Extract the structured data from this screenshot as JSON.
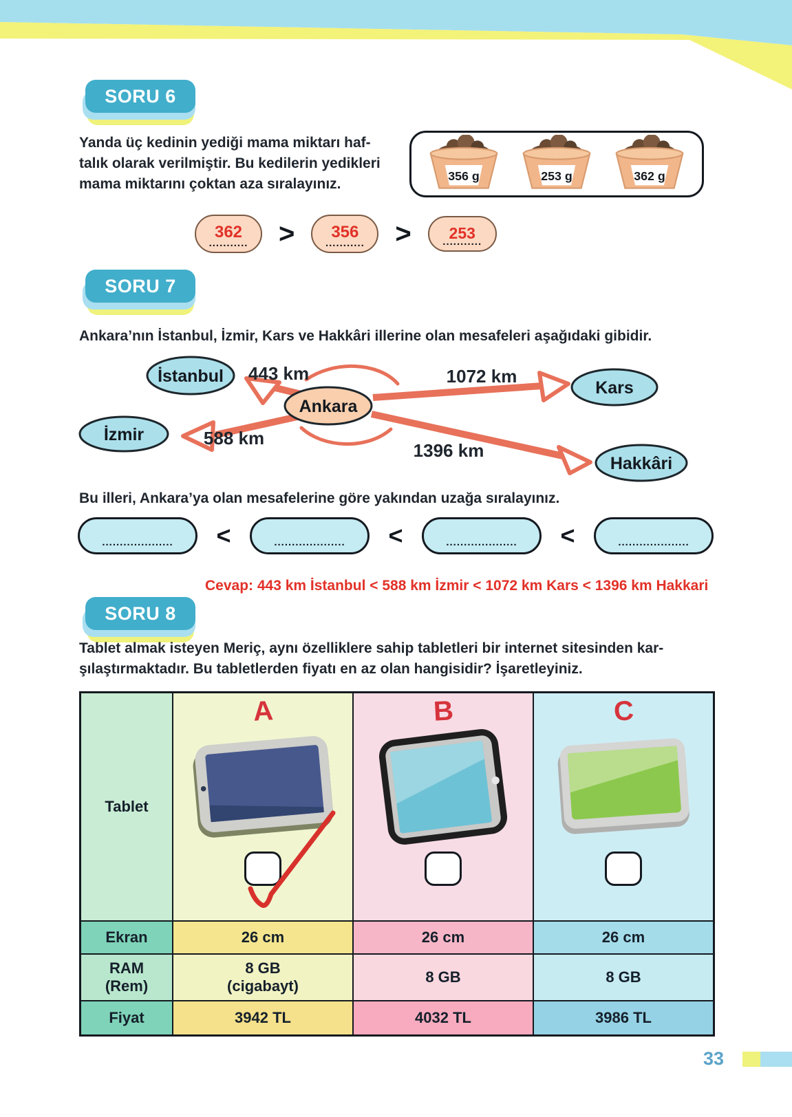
{
  "page": {
    "number": "33"
  },
  "colors": {
    "badge_teal": "#41aecb",
    "badge_blue": "#a9dff0",
    "badge_yellow": "#eff27b",
    "arrow_orange": "#e8715a",
    "handwriting_red": "#e23128",
    "city_blue": "#abe0eb",
    "ankara_peach": "#f9cfae"
  },
  "soru6": {
    "badge": "SORU 6",
    "text_lines": [
      "Yanda üç kedinin yediği mama miktarı haf-",
      "talık olarak verilmiştir. Bu kedilerin yedikleri",
      "mama miktarını çoktan aza sıralayınız."
    ],
    "bowls": [
      {
        "label": "356 g"
      },
      {
        "label": "253 g"
      },
      {
        "label": "362 g"
      }
    ],
    "answers": [
      "362",
      "356",
      "253"
    ],
    "comparator": ">",
    "blank_dots": "...........",
    "blank_dots_3": "...253..."
  },
  "soru7": {
    "badge": "SORU 7",
    "intro": "Ankara’nın İstanbul, İzmir, Kars ve Hakkâri illerine olan mesafeleri aşağıdaki gibidir.",
    "center_city": "Ankara",
    "cities": [
      {
        "name": "İstanbul",
        "distance": "443 km"
      },
      {
        "name": "Kars",
        "distance": "1072 km"
      },
      {
        "name": "İzmir",
        "distance": "588 km"
      },
      {
        "name": "Hakkâri",
        "distance": "1396 km"
      }
    ],
    "instruction": "Bu illeri, Ankara’ya olan mesafelerine göre yakından uzağa sıralayınız.",
    "comparator": "<",
    "blank_dots": "....................",
    "answer": "Cevap: 443 km İstanbul  < 588 km İzmir < 1072 km Kars < 1396 km Hakkari"
  },
  "soru8": {
    "badge": "SORU 8",
    "text_lines": [
      "Tablet almak isteyen Meriç, aynı özelliklere sahip tabletleri bir internet sitesinden kar-",
      "şılaştırmaktadır. Bu tabletlerden fiyatı en az olan hangisidir? İşaretleyiniz."
    ],
    "table": {
      "columns": [
        "A",
        "B",
        "C"
      ],
      "row_tablet_label": "Tablet",
      "row_ekran_label": "Ekran",
      "row_ram_label": {
        "l1": "RAM",
        "l2": "(Rem)"
      },
      "row_fiyat_label": "Fiyat",
      "ekran": [
        "26 cm",
        "26 cm",
        "26 cm"
      ],
      "ram": [
        {
          "l1": "8 GB",
          "l2": "(cigabayt)"
        },
        {
          "l1": "8 GB",
          "l2": ""
        },
        {
          "l1": "8 GB",
          "l2": ""
        }
      ],
      "fiyat": [
        "3942 TL",
        "4032 TL",
        "3986 TL"
      ],
      "checked_column": "A"
    }
  }
}
